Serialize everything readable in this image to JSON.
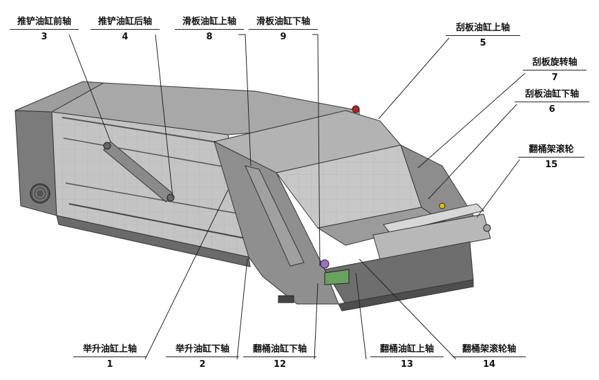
{
  "diagram": {
    "callouts": [
      {
        "id": "c3",
        "label": "推铲油缸前轴",
        "number": "3"
      },
      {
        "id": "c4",
        "label": "推铲油缸后轴",
        "number": "4"
      },
      {
        "id": "c8",
        "label": "滑板油缸上轴",
        "number": "8"
      },
      {
        "id": "c9",
        "label": "滑板油缸下轴",
        "number": "9"
      },
      {
        "id": "c5",
        "label": "刮板油缸上轴",
        "number": "5"
      },
      {
        "id": "c7",
        "label": "刮板旋转轴",
        "number": "7"
      },
      {
        "id": "c6",
        "label": "刮板油缸下轴",
        "number": "6"
      },
      {
        "id": "c15",
        "label": "翻桶架滚轮",
        "number": "15"
      },
      {
        "id": "c1",
        "label": "举升油缸上轴",
        "number": "1"
      },
      {
        "id": "c2",
        "label": "举升油缸下轴",
        "number": "2"
      },
      {
        "id": "c12",
        "label": "翻桶油缸下轴",
        "number": "12"
      },
      {
        "id": "c13",
        "label": "翻桶油缸上轴",
        "number": "13"
      },
      {
        "id": "c14",
        "label": "翻桶架滚轮轴",
        "number": "14"
      }
    ]
  }
}
